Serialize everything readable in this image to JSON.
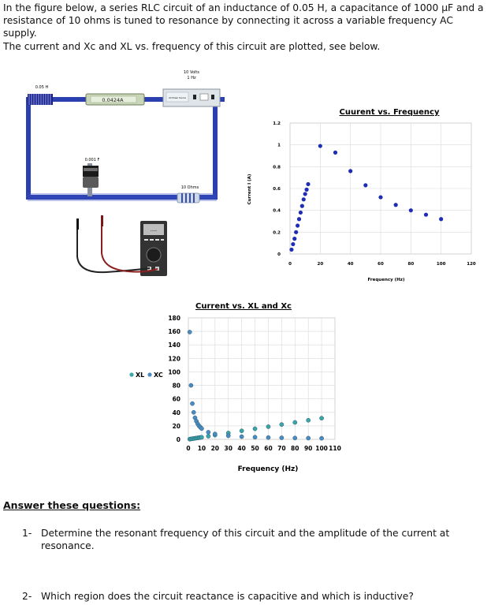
{
  "intro": {
    "paragraph": "In the figure below, a series RLC circuit of an inductance of 0.05 H, a capacitance of 1000 μF and a resistance of 10 ohms is tuned to resonance by connecting it across a variable frequency AC supply.",
    "plotted": "The current and Xc and XL vs. frequency of this circuit are plotted, see below."
  },
  "circuit": {
    "inductor_label": "0.05 H",
    "ammeter_reading": "0.0424A",
    "source_voltage": "10 Volts",
    "source_freq": "1 Hz",
    "source_panel": "AC Power Source",
    "capacitor_label": "0.001 F",
    "resistor_label": "10 Ohms",
    "meter_display": "----"
  },
  "chart_data": [
    {
      "type": "scatter",
      "title": "Cuurent vs. Frequency",
      "xlabel": "Frequency (Hz)",
      "ylabel": "Current I (A)",
      "xlim": [
        0,
        120
      ],
      "ylim": [
        0,
        1.2
      ],
      "xticks": [
        "0",
        "20",
        "40",
        "60",
        "80",
        "100",
        "120"
      ],
      "yticks": [
        "0",
        "0.2",
        "0.4",
        "0.6",
        "0.8",
        "1",
        "1.2"
      ],
      "color": "#1f2db5",
      "points": [
        [
          1,
          0.04
        ],
        [
          2,
          0.09
        ],
        [
          3,
          0.14
        ],
        [
          4,
          0.2
        ],
        [
          5,
          0.26
        ],
        [
          6,
          0.32
        ],
        [
          7,
          0.38
        ],
        [
          8,
          0.44
        ],
        [
          9,
          0.5
        ],
        [
          10,
          0.55
        ],
        [
          11,
          0.59
        ],
        [
          12,
          0.64
        ],
        [
          20,
          0.99
        ],
        [
          30,
          0.93
        ],
        [
          40,
          0.76
        ],
        [
          50,
          0.63
        ],
        [
          60,
          0.52
        ],
        [
          70,
          0.45
        ],
        [
          80,
          0.4
        ],
        [
          90,
          0.36
        ],
        [
          100,
          0.32
        ]
      ]
    },
    {
      "type": "scatter",
      "title": "Current vs. XL and Xc",
      "xlabel": "Frequency (Hz)",
      "xlim": [
        0,
        110
      ],
      "ylim": [
        0,
        180
      ],
      "xticks": [
        "0",
        "10",
        "20",
        "30",
        "40",
        "50",
        "60",
        "70",
        "80",
        "90",
        "100",
        "110"
      ],
      "yticks": [
        "0",
        "20",
        "40",
        "60",
        "80",
        "100",
        "120",
        "140",
        "160",
        "180"
      ],
      "legend": [
        "XL",
        "XC"
      ],
      "colors": {
        "xl": "#3aa6a6",
        "xc": "#4a8cc2"
      },
      "series": [
        {
          "name": "XL",
          "points": [
            [
              1,
              0.3
            ],
            [
              2,
              0.6
            ],
            [
              3,
              0.9
            ],
            [
              4,
              1.3
            ],
            [
              5,
              1.6
            ],
            [
              6,
              1.9
            ],
            [
              7,
              2.2
            ],
            [
              8,
              2.5
            ],
            [
              9,
              2.8
            ],
            [
              10,
              3.1
            ],
            [
              15,
              4.7
            ],
            [
              20,
              6.3
            ],
            [
              30,
              9.4
            ],
            [
              40,
              12.6
            ],
            [
              50,
              15.7
            ],
            [
              60,
              18.8
            ],
            [
              70,
              22
            ],
            [
              80,
              25.1
            ],
            [
              90,
              28.3
            ],
            [
              100,
              31.4
            ]
          ]
        },
        {
          "name": "XC",
          "points": [
            [
              1,
              159
            ],
            [
              2,
              80
            ],
            [
              3,
              53
            ],
            [
              4,
              40
            ],
            [
              5,
              32
            ],
            [
              6,
              27
            ],
            [
              7,
              23
            ],
            [
              8,
              20
            ],
            [
              9,
              18
            ],
            [
              10,
              16
            ],
            [
              15,
              10.6
            ],
            [
              20,
              8
            ],
            [
              30,
              5.3
            ],
            [
              40,
              4
            ],
            [
              50,
              3.2
            ],
            [
              60,
              2.7
            ],
            [
              70,
              2.3
            ],
            [
              80,
              2
            ],
            [
              90,
              1.8
            ],
            [
              100,
              1.6
            ]
          ]
        }
      ]
    }
  ],
  "questions": {
    "heading": "Answer these questions:",
    "items": [
      {
        "num": "1-",
        "text": "Determine the resonant frequency of this circuit and the amplitude of the current at resonance."
      },
      {
        "num": "2-",
        "text": "Which region does the circuit reactance is capacitive and which is inductive?"
      }
    ]
  }
}
